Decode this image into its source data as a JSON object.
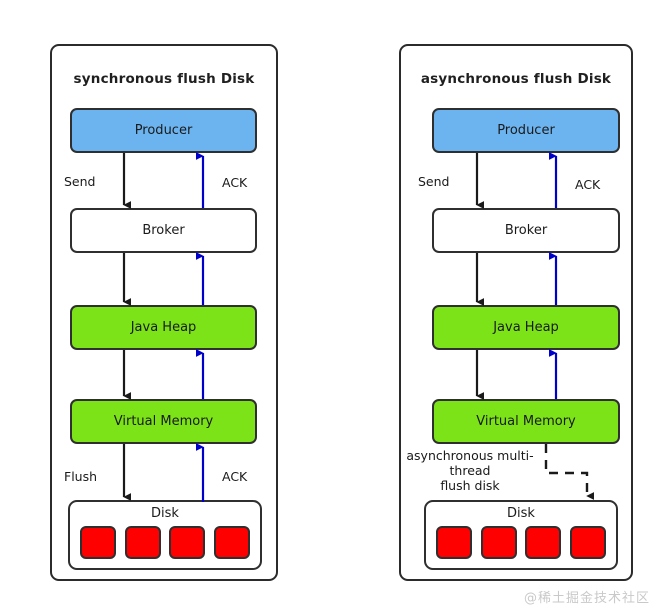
{
  "watermark": "@稀土掘金技术社区",
  "colors": {
    "producer_fill": "#6cb4f0",
    "memory_fill": "#7ce319",
    "disk_block_fill": "#fe0000",
    "ack_arrow": "#0000cc",
    "flow_arrow": "#1a1a1a",
    "border": "#2f2f2f",
    "panel_background": "#ffffff"
  },
  "panels": [
    {
      "id": "synchronous",
      "title": "synchronous flush Disk",
      "nodes": [
        {
          "label": "Producer",
          "style": "blue"
        },
        {
          "label": "Broker",
          "style": "white"
        },
        {
          "label": "Java Heap",
          "style": "green"
        },
        {
          "label": "Virtual Memory",
          "style": "green"
        }
      ],
      "disk": {
        "label": "Disk",
        "blocks": [
          "block-1",
          "block-2",
          "block-3",
          "block-4"
        ]
      },
      "edge_labels": [
        {
          "text": "Send",
          "side": "left"
        },
        {
          "text": "ACK",
          "side": "right"
        },
        {
          "text": "Flush",
          "side": "left"
        },
        {
          "text": "ACK",
          "side": "right"
        }
      ],
      "flush_arrow_style": "solid",
      "ack_from_disk": true
    },
    {
      "id": "asynchronous",
      "title": "asynchronous flush Disk",
      "nodes": [
        {
          "label": "Producer",
          "style": "blue"
        },
        {
          "label": "Broker",
          "style": "white"
        },
        {
          "label": "Java Heap",
          "style": "green"
        },
        {
          "label": "Virtual Memory",
          "style": "green"
        }
      ],
      "disk": {
        "label": "Disk",
        "blocks": [
          "block-1",
          "block-2",
          "block-3",
          "block-4"
        ]
      },
      "edge_labels": [
        {
          "text": "Send",
          "side": "left"
        },
        {
          "text": "ACK",
          "side": "right"
        }
      ],
      "async_note": {
        "line1": "asynchronous multi-",
        "line2": "thread",
        "line3": "flush disk"
      },
      "flush_arrow_style": "dashed",
      "ack_from_disk": false
    }
  ]
}
